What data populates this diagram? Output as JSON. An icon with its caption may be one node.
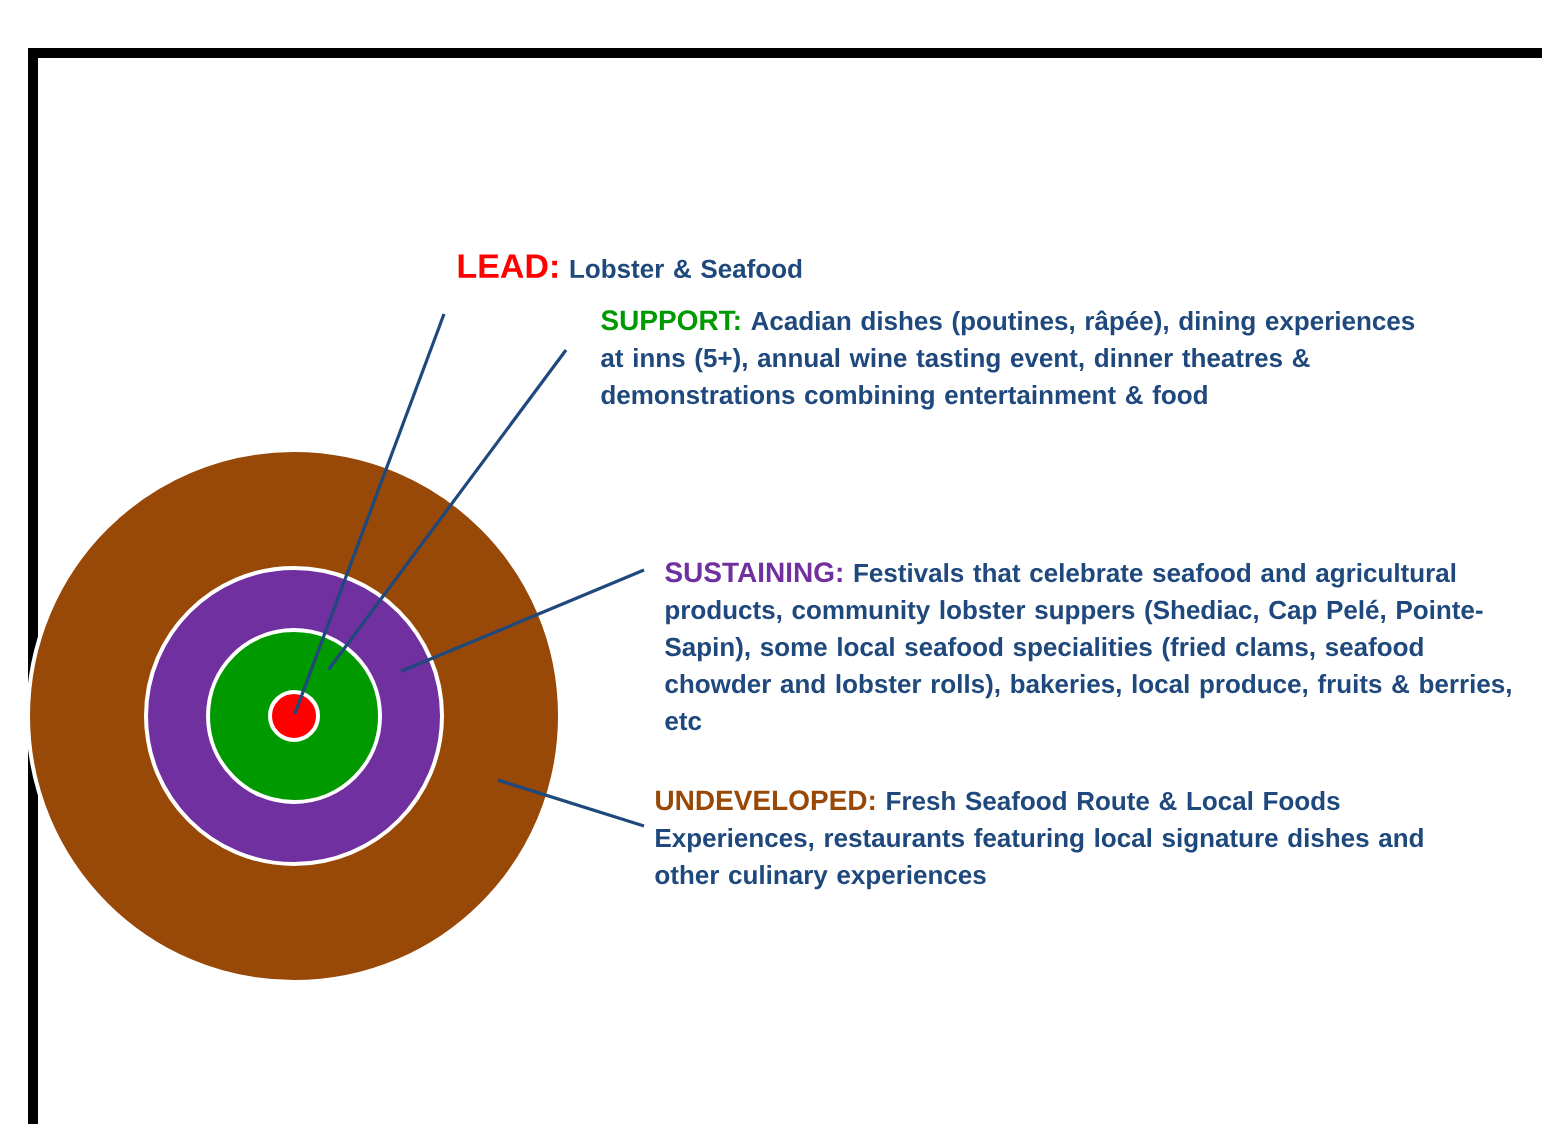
{
  "diagram": {
    "nodes": [
      {
        "text": [],
        "shape": "circle"
      },
      {
        "text": [],
        "shape": "circle",
        "in": 0
      },
      {
        "text": [],
        "shape": "circle",
        "in": 1
      },
      {
        "text": [],
        "shape": "circle",
        "in": 2
      },
      {
        "text": [
          "LEAD:",
          "Lobster & Seafood"
        ]
      },
      {
        "text": [
          "SUPPORT:",
          "Acadian dishes (poutines, râpée), dining experiences at inns (5+), annual wine tasting event, dinner theatres & demonstrations combining entertainment & food"
        ]
      },
      {
        "text": [
          "SUSTAINING:",
          "Festivals that celebrate seafood and agricultural products, community lobster suppers (Shediac, Cap Pelé, Pointe-Sapin), some local seafood specialities (fried clams, seafood chowder and lobster rolls), bakeries, local produce, fruits & berries, etc"
        ]
      },
      {
        "text": [
          "UNDEVELOPED:",
          "Fresh Seafood Route & Local Foods Experiences, restaurants featuring local signature dishes and other culinary experiences"
        ]
      }
    ],
    "edges": [
      {
        "from": 4,
        "to": 3,
        "arrow": "none"
      },
      {
        "from": 5,
        "to": 2,
        "arrow": "none"
      },
      {
        "from": 6,
        "to": 1,
        "arrow": "none"
      },
      {
        "from": 7,
        "to": 0,
        "arrow": "none"
      }
    ]
  }
}
